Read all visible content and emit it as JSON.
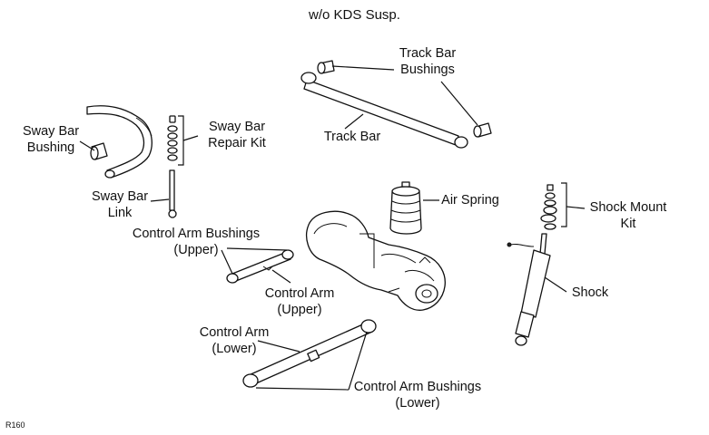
{
  "title": "w/o KDS Susp.",
  "code": "R160",
  "labels": {
    "track_bar_bushings": [
      "Track Bar",
      "Bushings"
    ],
    "track_bar": "Track Bar",
    "sway_bar_bushing": [
      "Sway Bar",
      "Bushing"
    ],
    "sway_bar_repair_kit": [
      "Sway Bar",
      "Repair Kit"
    ],
    "sway_bar_link": [
      "Sway Bar",
      "Link"
    ],
    "air_spring": "Air Spring",
    "shock_mount_kit": [
      "Shock Mount",
      "Kit"
    ],
    "control_arm_bushings_upper": [
      "Control Arm Bushings",
      "(Upper)"
    ],
    "control_arm_upper": [
      "Control Arm",
      "(Upper)"
    ],
    "shock": "Shock",
    "control_arm_lower": [
      "Control Arm",
      "(Lower)"
    ],
    "control_arm_bushings_lower": [
      "Control Arm Bushings",
      "(Lower)"
    ]
  },
  "colors": {
    "line": "#111111",
    "background": "#ffffff"
  }
}
